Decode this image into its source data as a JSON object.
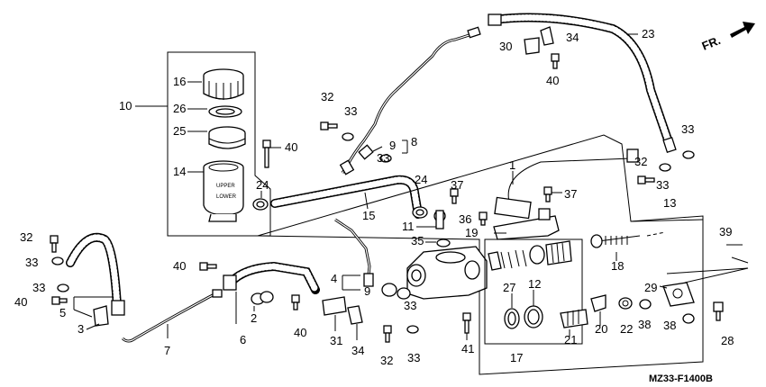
{
  "diagram": {
    "code": "MZ33-F1400B",
    "direction_label": "FR.",
    "callouts": [
      {
        "id": "c1",
        "text": "1"
      },
      {
        "id": "c2",
        "text": "2"
      },
      {
        "id": "c3",
        "text": "3"
      },
      {
        "id": "c4",
        "text": "4"
      },
      {
        "id": "c5",
        "text": "5"
      },
      {
        "id": "c6",
        "text": "6"
      },
      {
        "id": "c7",
        "text": "7"
      },
      {
        "id": "c8",
        "text": "8"
      },
      {
        "id": "c9a",
        "text": "9"
      },
      {
        "id": "c9b",
        "text": "9"
      },
      {
        "id": "c10",
        "text": "10"
      },
      {
        "id": "c11",
        "text": "11"
      },
      {
        "id": "c12",
        "text": "12"
      },
      {
        "id": "c13",
        "text": "13"
      },
      {
        "id": "c14",
        "text": "14"
      },
      {
        "id": "c15",
        "text": "15"
      },
      {
        "id": "c16",
        "text": "16"
      },
      {
        "id": "c17",
        "text": "17"
      },
      {
        "id": "c18",
        "text": "18"
      },
      {
        "id": "c19",
        "text": "19"
      },
      {
        "id": "c20",
        "text": "20"
      },
      {
        "id": "c21",
        "text": "21"
      },
      {
        "id": "c22",
        "text": "22"
      },
      {
        "id": "c23",
        "text": "23"
      },
      {
        "id": "c24a",
        "text": "24"
      },
      {
        "id": "c24b",
        "text": "24"
      },
      {
        "id": "c25",
        "text": "25"
      },
      {
        "id": "c26",
        "text": "26"
      },
      {
        "id": "c27",
        "text": "27"
      },
      {
        "id": "c28",
        "text": "28"
      },
      {
        "id": "c29",
        "text": "29"
      },
      {
        "id": "c30",
        "text": "30"
      },
      {
        "id": "c31",
        "text": "31"
      },
      {
        "id": "c32a",
        "text": "32"
      },
      {
        "id": "c32b",
        "text": "32"
      },
      {
        "id": "c32c",
        "text": "32"
      },
      {
        "id": "c32d",
        "text": "32"
      },
      {
        "id": "c33a",
        "text": "33"
      },
      {
        "id": "c33b",
        "text": "33"
      },
      {
        "id": "c33c",
        "text": "33"
      },
      {
        "id": "c33d",
        "text": "33"
      },
      {
        "id": "c33e",
        "text": "33"
      },
      {
        "id": "c33f",
        "text": "33"
      },
      {
        "id": "c33g",
        "text": "33"
      },
      {
        "id": "c33h",
        "text": "33"
      },
      {
        "id": "c34a",
        "text": "34"
      },
      {
        "id": "c34b",
        "text": "34"
      },
      {
        "id": "c35",
        "text": "35"
      },
      {
        "id": "c36",
        "text": "36"
      },
      {
        "id": "c37a",
        "text": "37"
      },
      {
        "id": "c37b",
        "text": "37"
      },
      {
        "id": "c38a",
        "text": "38"
      },
      {
        "id": "c38b",
        "text": "38"
      },
      {
        "id": "c39",
        "text": "39"
      },
      {
        "id": "c40a",
        "text": "40"
      },
      {
        "id": "c40b",
        "text": "40"
      },
      {
        "id": "c40c",
        "text": "40"
      },
      {
        "id": "c40d",
        "text": "40"
      },
      {
        "id": "c40e",
        "text": "40"
      },
      {
        "id": "c41",
        "text": "41"
      }
    ]
  }
}
